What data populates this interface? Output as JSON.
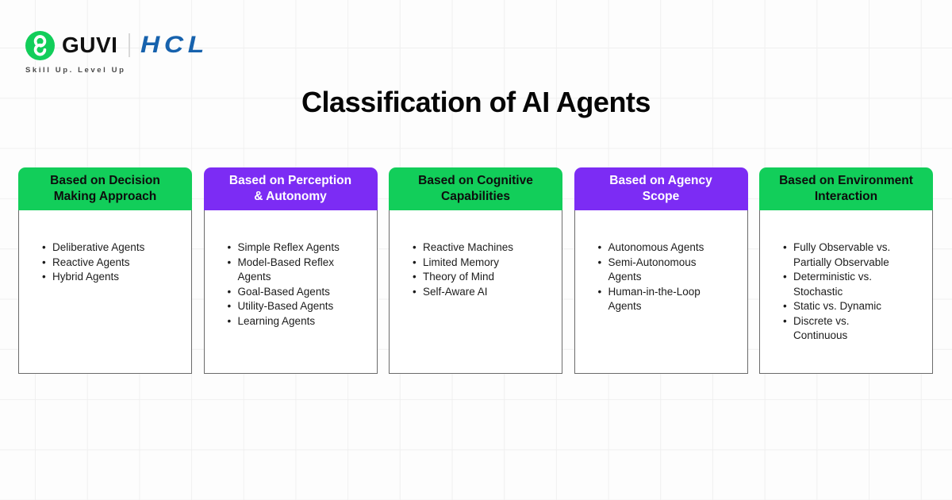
{
  "brand": {
    "guvi": "GUVI",
    "hcl": "HCL",
    "tagline": "Skill Up. Level Up"
  },
  "title": "Classification of AI Agents",
  "colors": {
    "green": "#12ce5a",
    "purple": "#7c2cf4",
    "header_text_on_green": "#0d0d0d",
    "header_text_on_purple": "#ffffff",
    "card_border": "#6b6b6b",
    "body_text": "#1c1c1c",
    "grid_line": "#f0f0f0",
    "background": "#fdfdfd",
    "hcl_blue": "#1762ad",
    "tagline_gray": "#4a4a4a",
    "title_black": "#060606"
  },
  "columns": [
    {
      "header": "Based on Decision\nMaking Approach",
      "header_color": "green",
      "items": [
        "Deliberative Agents",
        "Reactive Agents",
        "Hybrid Agents"
      ]
    },
    {
      "header": "Based on Perception\n& Autonomy",
      "header_color": "purple",
      "items": [
        "Simple Reflex Agents",
        "Model-Based Reflex\nAgents",
        "Goal-Based Agents",
        "Utility-Based Agents",
        "Learning Agents"
      ]
    },
    {
      "header": "Based on Cognitive\nCapabilities",
      "header_color": "green",
      "items": [
        "Reactive Machines",
        "Limited Memory",
        "Theory of Mind",
        "Self-Aware AI"
      ]
    },
    {
      "header": "Based on Agency\nScope",
      "header_color": "purple",
      "items": [
        "Autonomous Agents",
        "Semi-Autonomous\nAgents",
        "Human-in-the-Loop\nAgents"
      ]
    },
    {
      "header": "Based on Environment\nInteraction",
      "header_color": "green",
      "items": [
        "Fully Observable vs.\nPartially Observable",
        "Deterministic vs.\nStochastic",
        "Static vs. Dynamic",
        "Discrete vs.\nContinuous"
      ]
    }
  ]
}
